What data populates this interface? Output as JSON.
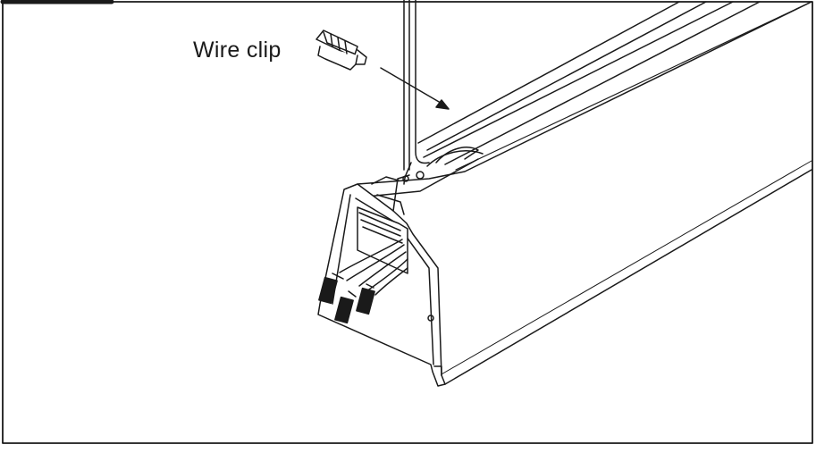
{
  "diagram": {
    "callout_label": "Wire clip",
    "line_color": "#1a1a1a",
    "fill_color": "#ffffff",
    "parts": [
      "wire-clip-icon",
      "vertical-pipe",
      "rail-beam",
      "end-cap",
      "wire-connectors"
    ]
  }
}
